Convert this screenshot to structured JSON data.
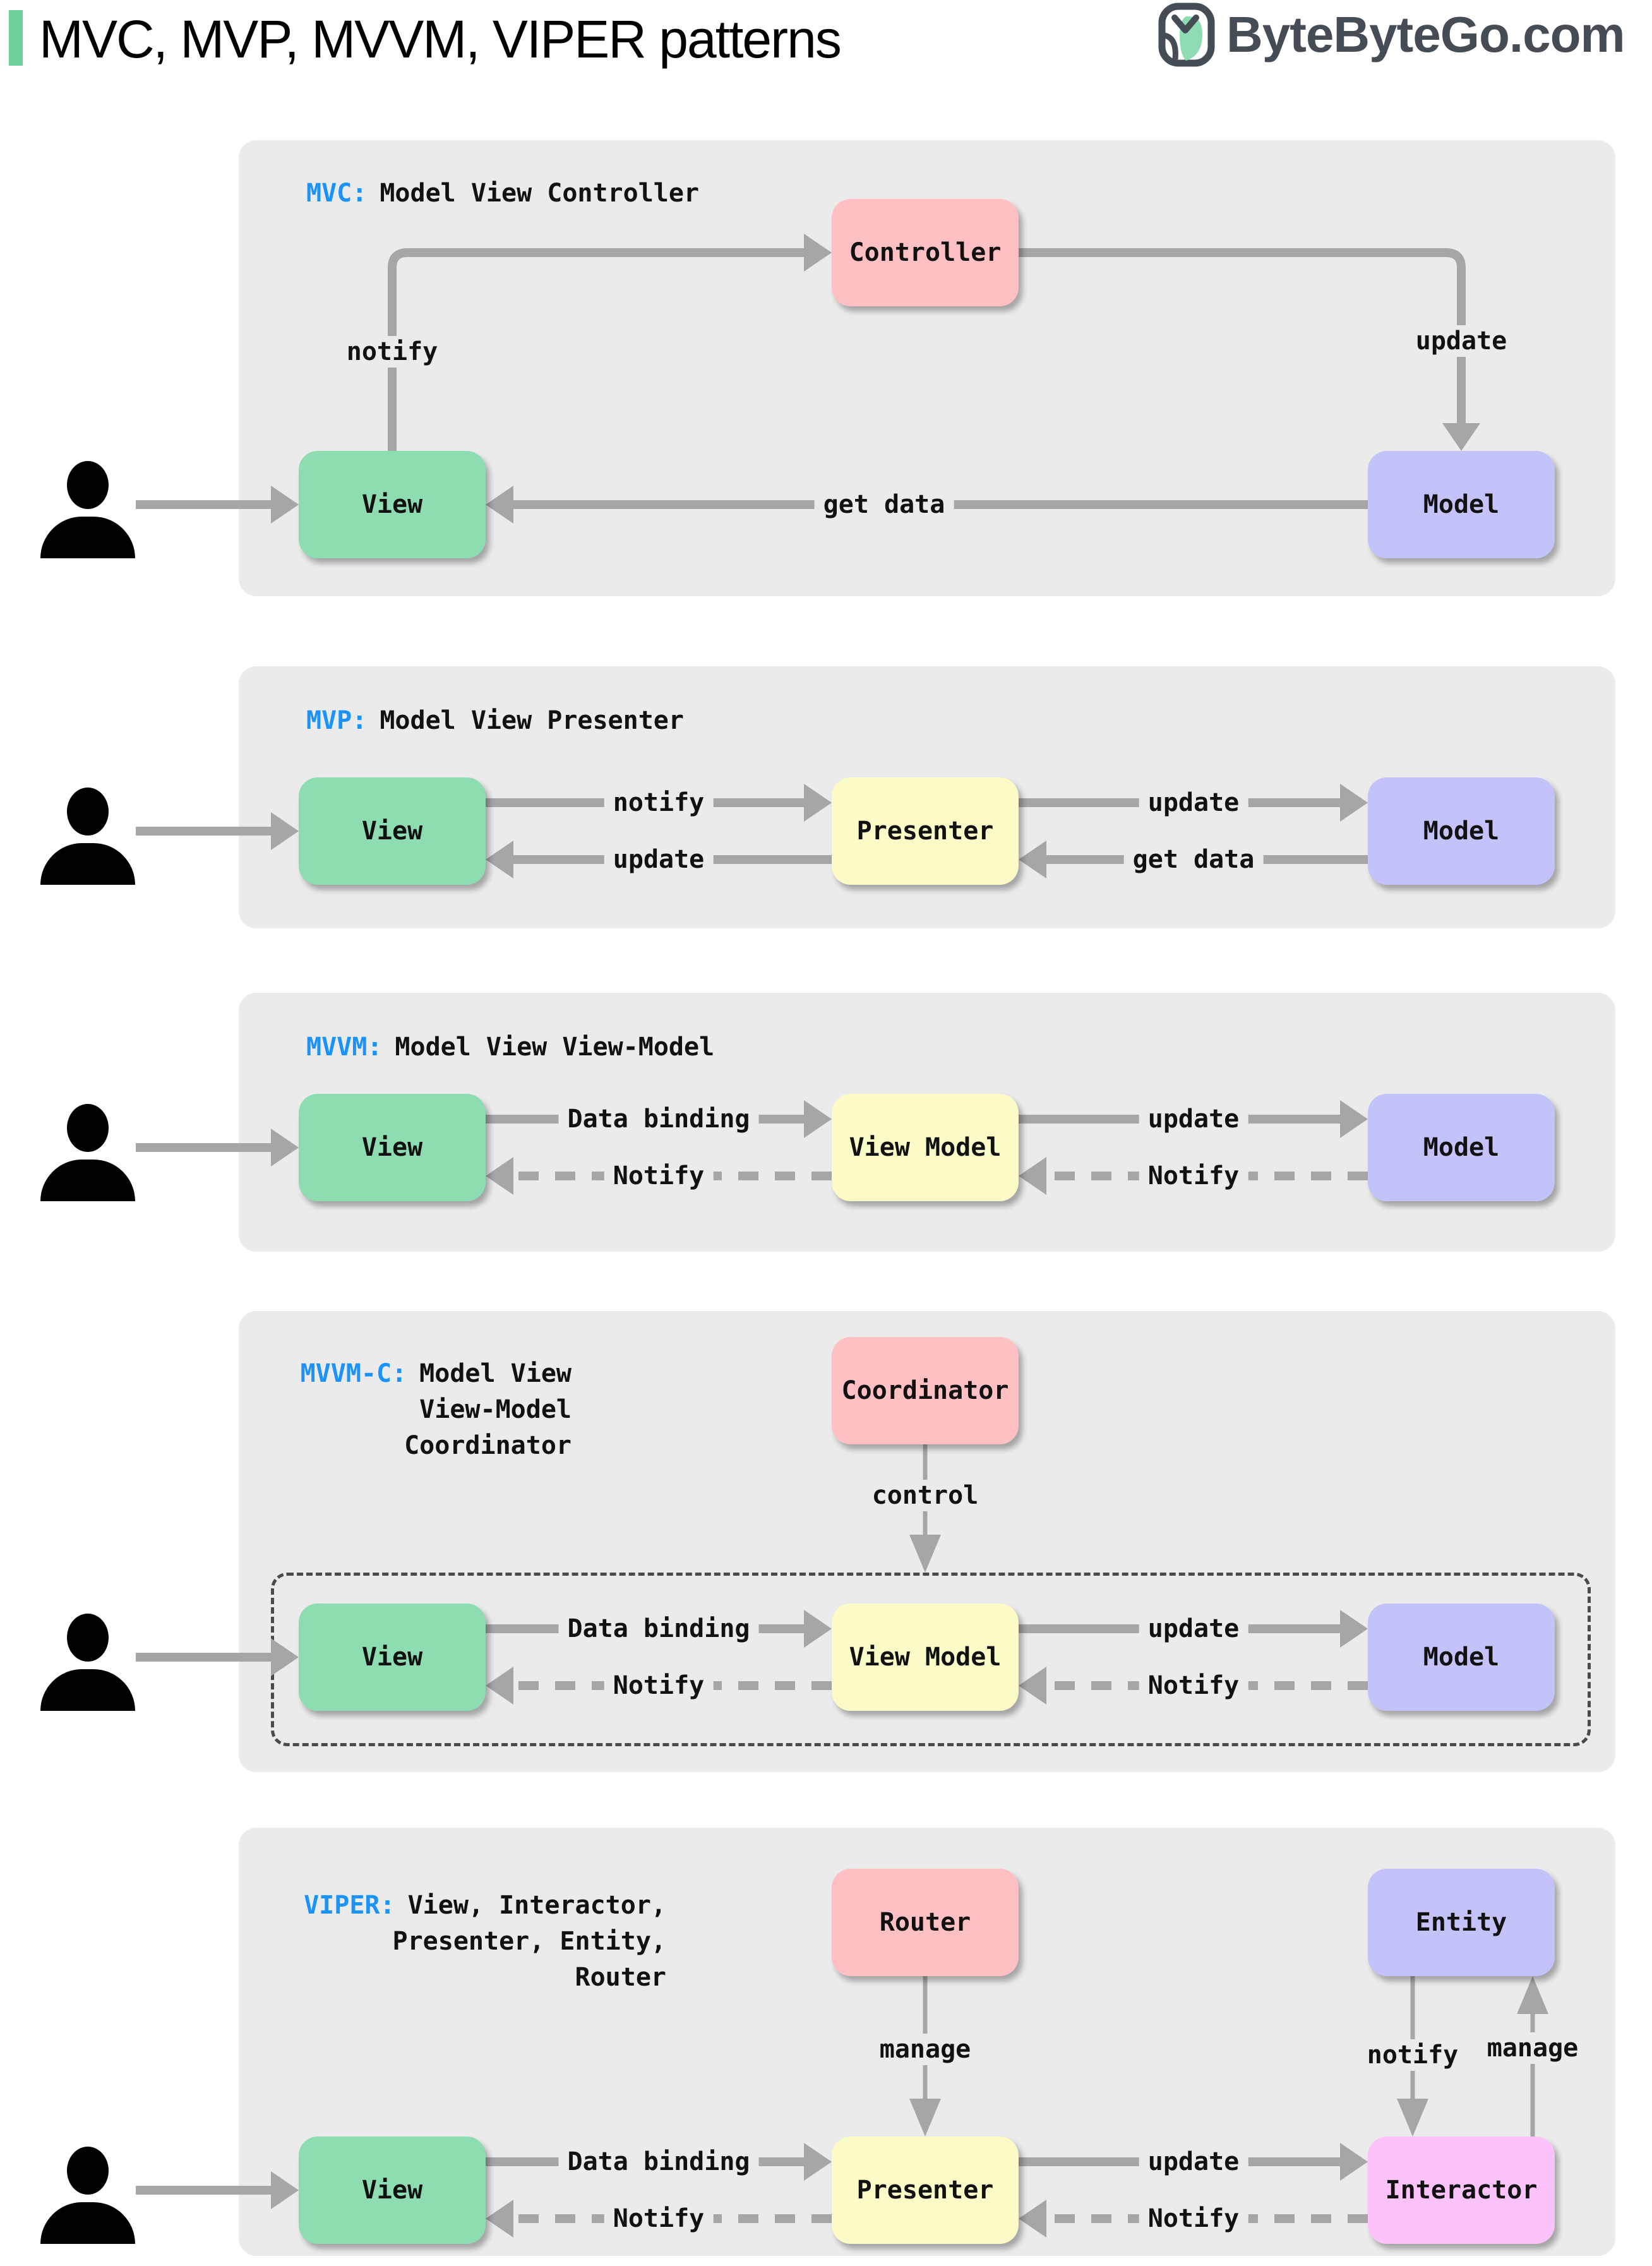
{
  "header": {
    "title": "MVC, MVP, MVVM, VIPER patterns",
    "logo_text": "ByteByteGo.com"
  },
  "colors": {
    "accent_green": "#6fcf9b",
    "label_blue": "#1b93fb",
    "arrow_gray": "#a6a6a6",
    "section_bg": "#ebebeb",
    "box_green": "#8edcb2",
    "box_yellow": "#fbfbc8",
    "box_purple": "#c4c3f9",
    "box_pink": "#ffc0c3",
    "box_magenta": "#fbc3fa",
    "logo_dark": "#464c55"
  },
  "sections": {
    "mvc": {
      "tag": "MVC:",
      "subtitle": "Model View Controller",
      "boxes": {
        "controller": "Controller",
        "view": "View",
        "model": "Model"
      },
      "labels": {
        "notify": "notify",
        "update": "update",
        "get_data": "get data"
      }
    },
    "mvp": {
      "tag": "MVP:",
      "subtitle": "Model View Presenter",
      "boxes": {
        "view": "View",
        "presenter": "Presenter",
        "model": "Model"
      },
      "labels": {
        "notify": "notify",
        "update_view": "update",
        "update_model": "update",
        "get_data": "get data"
      }
    },
    "mvvm": {
      "tag": "MVVM:",
      "subtitle": "Model View View-Model",
      "boxes": {
        "view": "View",
        "view_model": "View Model",
        "model": "Model"
      },
      "labels": {
        "data_binding": "Data binding",
        "notify_view": "Notify",
        "update": "update",
        "notify_view_model": "Notify"
      }
    },
    "mvvmc": {
      "tag": "MVVM-C:",
      "subtitle_line1": "Model View",
      "subtitle_line2": "View-Model",
      "subtitle_line3": "Coordinator",
      "boxes": {
        "coordinator": "Coordinator",
        "view": "View",
        "view_model": "View Model",
        "model": "Model"
      },
      "labels": {
        "control": "control",
        "data_binding": "Data binding",
        "notify_view": "Notify",
        "update": "update",
        "notify_view_model": "Notify"
      }
    },
    "viper": {
      "tag": "VIPER:",
      "subtitle_line1": "View, Interactor,",
      "subtitle_line2": "Presenter, Entity,",
      "subtitle_line3": "Router",
      "boxes": {
        "router": "Router",
        "entity": "Entity",
        "view": "View",
        "presenter": "Presenter",
        "interactor": "Interactor"
      },
      "labels": {
        "manage_presenter": "manage",
        "notify_interactor": "notify",
        "manage_entity": "manage",
        "data_binding": "Data binding",
        "notify_view": "Notify",
        "update": "update",
        "notify_presenter": "Notify"
      }
    }
  }
}
